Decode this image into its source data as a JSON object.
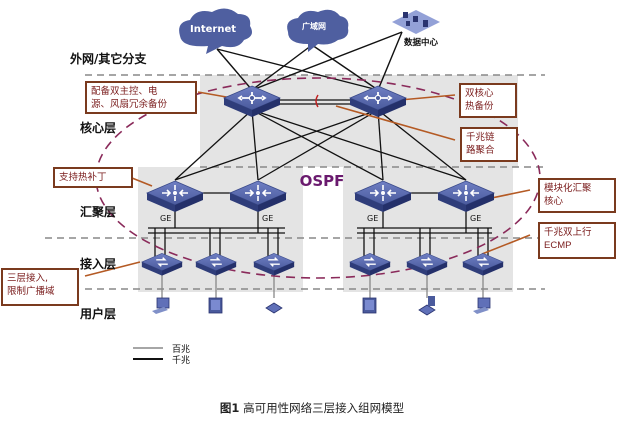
{
  "clouds": [
    {
      "id": "internet",
      "label": "Internet"
    },
    {
      "id": "wan",
      "label": "广域网"
    }
  ],
  "datacenter": {
    "label": "数据中心"
  },
  "layers": [
    {
      "id": "external",
      "label": "外网/其它分支"
    },
    {
      "id": "core",
      "label": "核心层"
    },
    {
      "id": "aggregation",
      "label": "汇聚层"
    },
    {
      "id": "access",
      "label": "接入层"
    },
    {
      "id": "user",
      "label": "用户层"
    }
  ],
  "protocol_label": "OSPF",
  "port_label": "GE",
  "callouts": [
    {
      "id": "redundancy",
      "lines": [
        "配备双主控、电",
        "源、风扇冗余备份"
      ]
    },
    {
      "id": "dual-core",
      "lines": [
        "双核心",
        "热备份"
      ]
    },
    {
      "id": "link-aggregation",
      "lines": [
        "千兆链",
        "路聚合"
      ]
    },
    {
      "id": "hot-patch",
      "lines": [
        "支持热补丁"
      ]
    },
    {
      "id": "modular-aggregation",
      "lines": [
        "模块化汇聚",
        "核心"
      ]
    },
    {
      "id": "ecmp",
      "lines": [
        "千兆双上行",
        "ECMP"
      ]
    },
    {
      "id": "layer3-access",
      "lines": [
        "三层接入,",
        "限制广播域"
      ]
    }
  ],
  "legend": [
    {
      "style": "thin",
      "label": "百兆"
    },
    {
      "style": "thick",
      "label": "千兆"
    }
  ],
  "devices": {
    "core_switches": 2,
    "aggregation_switches": 4,
    "access_switches": 6,
    "user_devices": [
      "desktop-pc",
      "monitor",
      "ip-phone",
      "monitor",
      "laptop",
      "desktop-pc"
    ]
  },
  "caption": {
    "figure": "图1",
    "title": "高可用性网络三层接入组网模型"
  },
  "colors": {
    "switch_blue": "#4a5a9c",
    "callout_border": "#7a3a1e",
    "callout_text": "#7a1c1c",
    "ospf_text": "#6a1a6e",
    "dashed_ellipse": "#8a2a5a",
    "region_bg": "#e4e4e4"
  }
}
